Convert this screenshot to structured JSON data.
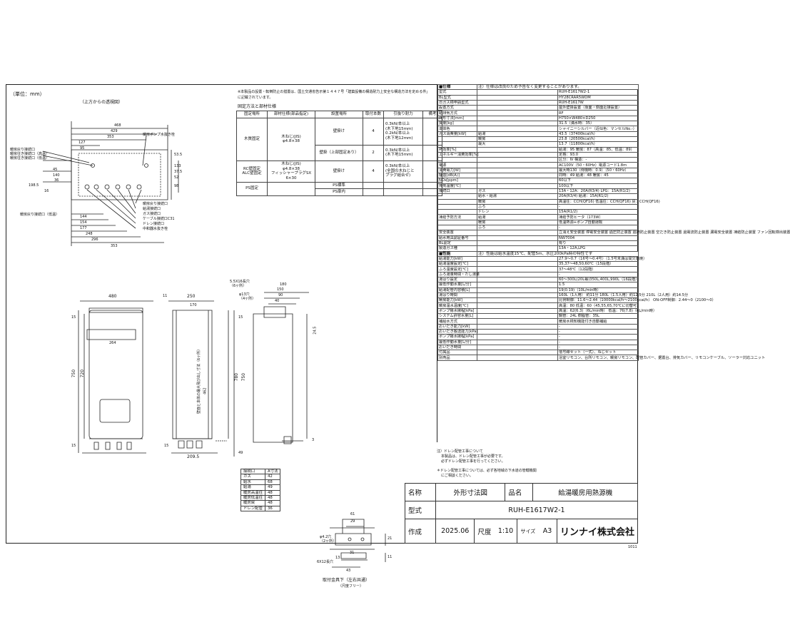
{
  "unit_label": "（単位：mm）",
  "top_view": {
    "label": "（上方からの透視図）",
    "dims": [
      "468",
      "429",
      "353",
      "127",
      "95",
      "45",
      "140",
      "36",
      "37.5",
      "52",
      "53.5",
      "198.5",
      "98",
      "133",
      "144",
      "154",
      "177",
      "248",
      "296",
      "353",
      "16"
    ],
    "callouts_left": [
      "暖房戻り接続口",
      "暖房往き接続口（高温）",
      "暖房往き接続口（低温）",
      "暖房戻り接続口（低温）"
    ],
    "callouts_right": [
      "暖房ポンプ水抜き栓",
      "暖房戻り接続口",
      "給湯接続口",
      "ガス接続口",
      "ケーブル接続口C31",
      "ドレン接続口",
      "中和器水抜き栓"
    ]
  },
  "notes_top": "※本製品の設置・転倒防止の措置は、国土交通省告示第１４４７号「建築設備の構造耐力上安全な構造方法を定める件」に記載されています。",
  "fixing": {
    "title": "固定方法と部材仕様",
    "headers": [
      "固定場所",
      "部材仕様(部品指定)",
      "設置場所",
      "取付本数",
      "引抜り耐力",
      "備考"
    ],
    "rows": [
      [
        "木質固定",
        "木ねじ(JIS)\nφ4.8×38",
        "壁掛け",
        "4",
        "0.3kN/本以上\n(木下地15mm)\n0.2kN/本以上\n(木下地12mm)",
        ""
      ],
      [
        "",
        "",
        "壁掛（上部固定あり）",
        "2",
        "0.3kN/本以上\n(木下地15mm)",
        ""
      ],
      [
        "RC壁固定\nALC壁固定",
        "木ねじ(JIS)\nφ4.8×38\nフィッシャープラグSX\n6×30",
        "壁掛け",
        "4",
        "0.3kN/本以上\n(全国の木ねじと\nプラグ組合せ)",
        ""
      ],
      [
        "PS固定",
        "",
        "PS標準",
        "",
        "",
        ""
      ],
      [
        "",
        "",
        "PS扉内",
        "",
        "",
        ""
      ]
    ]
  },
  "front_view": {
    "dims": [
      "480",
      "264",
      "750",
      "720",
      "15",
      "15"
    ]
  },
  "side_view": {
    "dims": [
      "11",
      "250",
      "170",
      "780",
      "750",
      "49",
      "15",
      "15",
      "209.5",
      "24.5",
      "3"
    ],
    "vertical_text": "壁面と本体の最大飛び出し寸法（6ヶ所）",
    "note_vertical": "462"
  },
  "bracket": {
    "top_label": "5.5X16長穴\n（6ヶ所）",
    "dims": [
      "180",
      "150",
      "90",
      "40",
      "φ13穴\n（4ヶ所）",
      "61",
      "29",
      "21",
      "31",
      "11",
      "13",
      "43"
    ],
    "hole_label": "φ4.2穴\n（2ヶ所）",
    "slot_label": "6X12長穴",
    "caption": "取付金具下（左右共通）",
    "caption2": "（尺度フリー）"
  },
  "pipe_table": {
    "headers": [
      "接続口",
      "A寸法"
    ],
    "rows": [
      [
        "ガス",
        "42"
      ],
      [
        "給水",
        "68"
      ],
      [
        "給湯",
        "49"
      ],
      [
        "暖房高温往",
        "48"
      ],
      [
        "暖房低温往",
        "48"
      ],
      [
        "暖房戻",
        "48"
      ],
      [
        "ドレン配管",
        "36"
      ]
    ]
  },
  "spec": {
    "title": "■仕様",
    "title_note": "注）仕様は改良のため予告なく変更することがあります。",
    "rows": [
      [
        "型式",
        "",
        "RUH-E1617W2-1"
      ],
      [
        "BL型式",
        "",
        "HY28CRAR5WDM"
      ],
      [
        "日ガス検申請型式",
        "",
        "RUH-E1617W"
      ],
      [
        "設置方式",
        "",
        "屋外壁掛設置（後面・側面近接設置）"
      ],
      [
        "給排気方式",
        "",
        "RF"
      ],
      [
        "外形寸法[mm]",
        "",
        "H750×W480×D250"
      ],
      [
        "質量[kg]",
        "",
        "31.5（満水時：35）"
      ],
      [
        "本体色",
        "",
        "シャイニーシルバー（近似色：マンセルNo.-）"
      ],
      [
        "ガス消費量[kW]",
        "給湯",
        "43.5（37400kcal/h）"
      ],
      [
        "",
        "暖房",
        "23.8（20500kcal/h）"
      ],
      [
        "",
        "最大",
        "13.7（11800kcal/h）"
      ],
      [
        "熱効率[%]",
        "",
        "給湯：95  暖房：87（高温：85、低温：89）"
      ],
      [
        "エネルギー消費効率[%]",
        "",
        "定格：93.0"
      ],
      [
        "",
        "",
        "区分：Ⅳ  構造：-"
      ],
      [
        "電源",
        "",
        "AC100V（50・60Hz）電源コード1.8m"
      ],
      [
        "消費電力[W]",
        "",
        "最大時130（待機時：0.9）（50・60Hz）"
      ],
      [
        "騒音[dB(A)]",
        "",
        "同時：49  給湯：48  暖房：45"
      ],
      [
        "NOx[ppm]",
        "",
        "60以下"
      ],
      [
        "排気温度[℃]",
        "",
        "100以下"
      ],
      [
        "接続口",
        "ガス",
        "13A・12A：20A(R3/4)  LPG：15A(R1/2)"
      ],
      [
        "",
        "給水・給湯",
        "20A(R3/4)  給湯：15A(R1/2)"
      ],
      [
        "",
        "暖房",
        "高温往：CCH(QF16)  低温往：CCH(QF16)  戻：CCH(QF16)"
      ],
      [
        "",
        "ふろ",
        "-"
      ],
      [
        "",
        "ドレン",
        "15A(R1/2)"
      ],
      [
        "凍結予防方法",
        "給湯",
        "凍結予防ヒータ（173W）"
      ],
      [
        "",
        "暖房",
        "低温熱源+ポンプ自動運転"
      ],
      [
        "",
        "ふろ",
        "-"
      ],
      [
        "安全装置",
        "",
        "立消え安全装置  停電安全装置  過圧防止装置  過熱防止装置  空だき防止装置  過電流防止装置  漏電安全装置  凍結防止装置  ファン回転検出装置"
      ],
      [
        "給水用具認証番号",
        "",
        "NW7004"
      ],
      [
        "BL認定",
        "",
        "有り"
      ],
      [
        "製造ガス種",
        "",
        "13A・12A,LPG"
      ]
    ],
    "perf_title": "■性能",
    "perf_note": "注）性能は給水温度15℃、配管5m、水圧200kPa時の特性です",
    "perf_rows": [
      [
        "給湯能力[kW]",
        "",
        "27.9〜0.7（16号〜0.4号）（1.5号未満は間欠燃焼）"
      ],
      [
        "給湯温度設定[℃]",
        "",
        "35,37〜48,50,60℃（15段階）"
      ],
      [
        "ふろ温度設定[℃]",
        "",
        "37〜48℃（12段階）"
      ],
      [
        "ふろ湯量時間・たし湯量",
        "",
        "-"
      ],
      [
        "湯はり設定",
        "",
        "60〜300L(20L毎)350L,400L,990L（16段階）"
      ],
      [
        "最低作動水量[L/分]",
        "",
        "1.5"
      ],
      [
        "給湯配管内容積[L]",
        "",
        "19(0.19)（10L/min時）"
      ],
      [
        "湯はり時間",
        "",
        "160L（1人用）  約11分    180L（1.5人用）約12.5分    210L（2人用）約14.5分"
      ],
      [
        "暖房能力[kW]",
        "",
        "比例制御：11.6〜2.44（10000kcal/h〜2100kcal/h）  ON-OFF制御：2.44〜0（2100〜0）"
      ],
      [
        "暖房温水温度[℃]",
        "",
        "高温：80  低温：60（45,55,65,70℃に切替可）"
      ],
      [
        "ポンプ揚水揚程[kPa]",
        "",
        "高温：62(6.3)（6L/min時）  低温：76(7.8)（6L/min時）"
      ],
      [
        "システム許容水量[L]",
        "",
        "鋼管：24L  樹脂管：35L"
      ],
      [
        "補給水方式",
        "",
        "暖房水検知機能付き自動補給"
      ],
      [
        "おいだき能力[kW]",
        "",
        "-"
      ],
      [
        "おいだき搬送能力[kPa]",
        "",
        "-"
      ],
      [
        "ポンプ揚水揚程[kPa]",
        "",
        "-"
      ],
      [
        "最低作動水量[L/分]",
        "",
        "-"
      ],
      [
        "おいだき時間",
        "",
        "-"
      ]
    ],
    "accessory_rows": [
      [
        "付属品",
        "",
        "信号線セット（一式）、ねじセット"
      ],
      [
        "別売品",
        "",
        "浴室リモコン、台所リモコン、暖房リモコン、配管カバー、据置台、排気カバー、リモコンケーブル、ソーラー対応ユニット"
      ]
    ]
  },
  "notes_bottom": [
    "注）ドレン配管工事について",
    "本製品は、ドレン配管工事が必要です。",
    "必ずドレン配管工事を行ってください。",
    "＊ドレン配管工事については、必ず各地域の下水道の管轄機関",
    "にご相談ください。"
  ],
  "title_block": {
    "name_label": "名称",
    "name_value": "外形寸法図",
    "product_label": "品名",
    "product_value": "給湯暖房用熱源機",
    "model_label": "型式",
    "model_value": "RUH-E1617W2-1",
    "made_label": "作成",
    "made_value": "2025.06",
    "scale_label": "尺度",
    "scale_value": "1:10",
    "size_label": "サイズ",
    "size_value": "A3",
    "company": "リンナイ株式会社",
    "sheet_code": "1011"
  }
}
